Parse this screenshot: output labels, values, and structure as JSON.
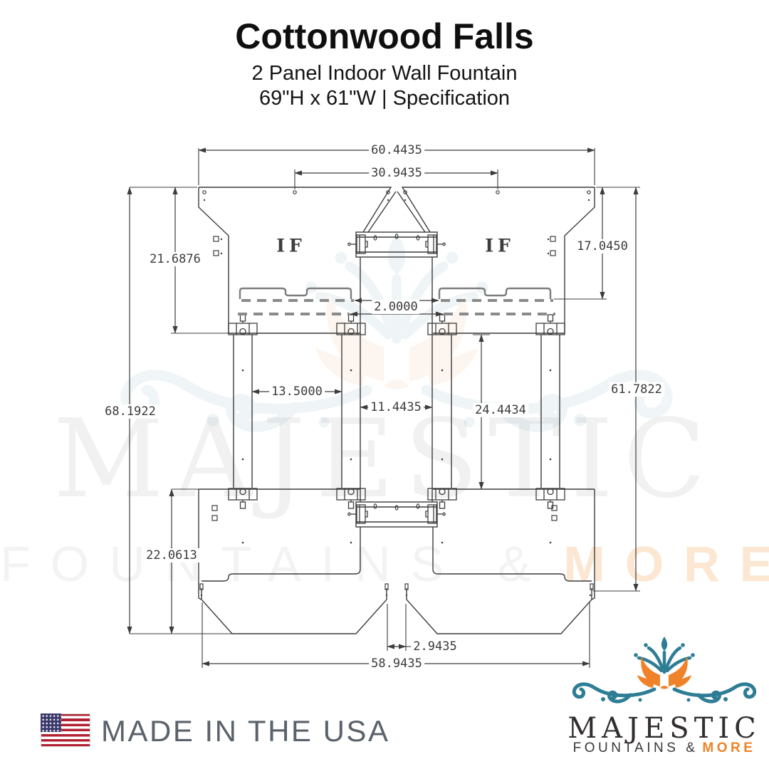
{
  "header": {
    "title": "Cottonwood Falls",
    "subtitle": "2 Panel Indoor Wall Fountain",
    "spec_line": "69\"H x 61\"W | Specification"
  },
  "diagram": {
    "panel_mark": "IF",
    "dimensions": {
      "top_width": "60.4435",
      "top_inner_width": "30.9435",
      "top_section_height": "21.6876",
      "top_to_slot_height": "17.0450",
      "slot_row_gap": "2.0000",
      "left_rail_gap": "13.5000",
      "center_gap": "11.4435",
      "mid_section_height": "24.4434",
      "total_height": "68.1922",
      "right_height": "61.7822",
      "bottom_section_height": "22.0613",
      "bottom_center_gap": "2.9435",
      "bottom_width": "58.9435"
    }
  },
  "watermark": {
    "brand": "MAJESTIC",
    "tagline": "FOUNTAINS &",
    "tagline_more": "MORE"
  },
  "footer": {
    "made_in": "MADE IN THE USA"
  },
  "logo": {
    "brand": "MAJESTIC",
    "tagline": "FOUNTAINS &",
    "tagline_more": "MORE"
  },
  "colors": {
    "teal": "#2e7d95",
    "orange": "#f0832a",
    "line": "#3c3c3c",
    "gray_text": "#5b626b"
  }
}
